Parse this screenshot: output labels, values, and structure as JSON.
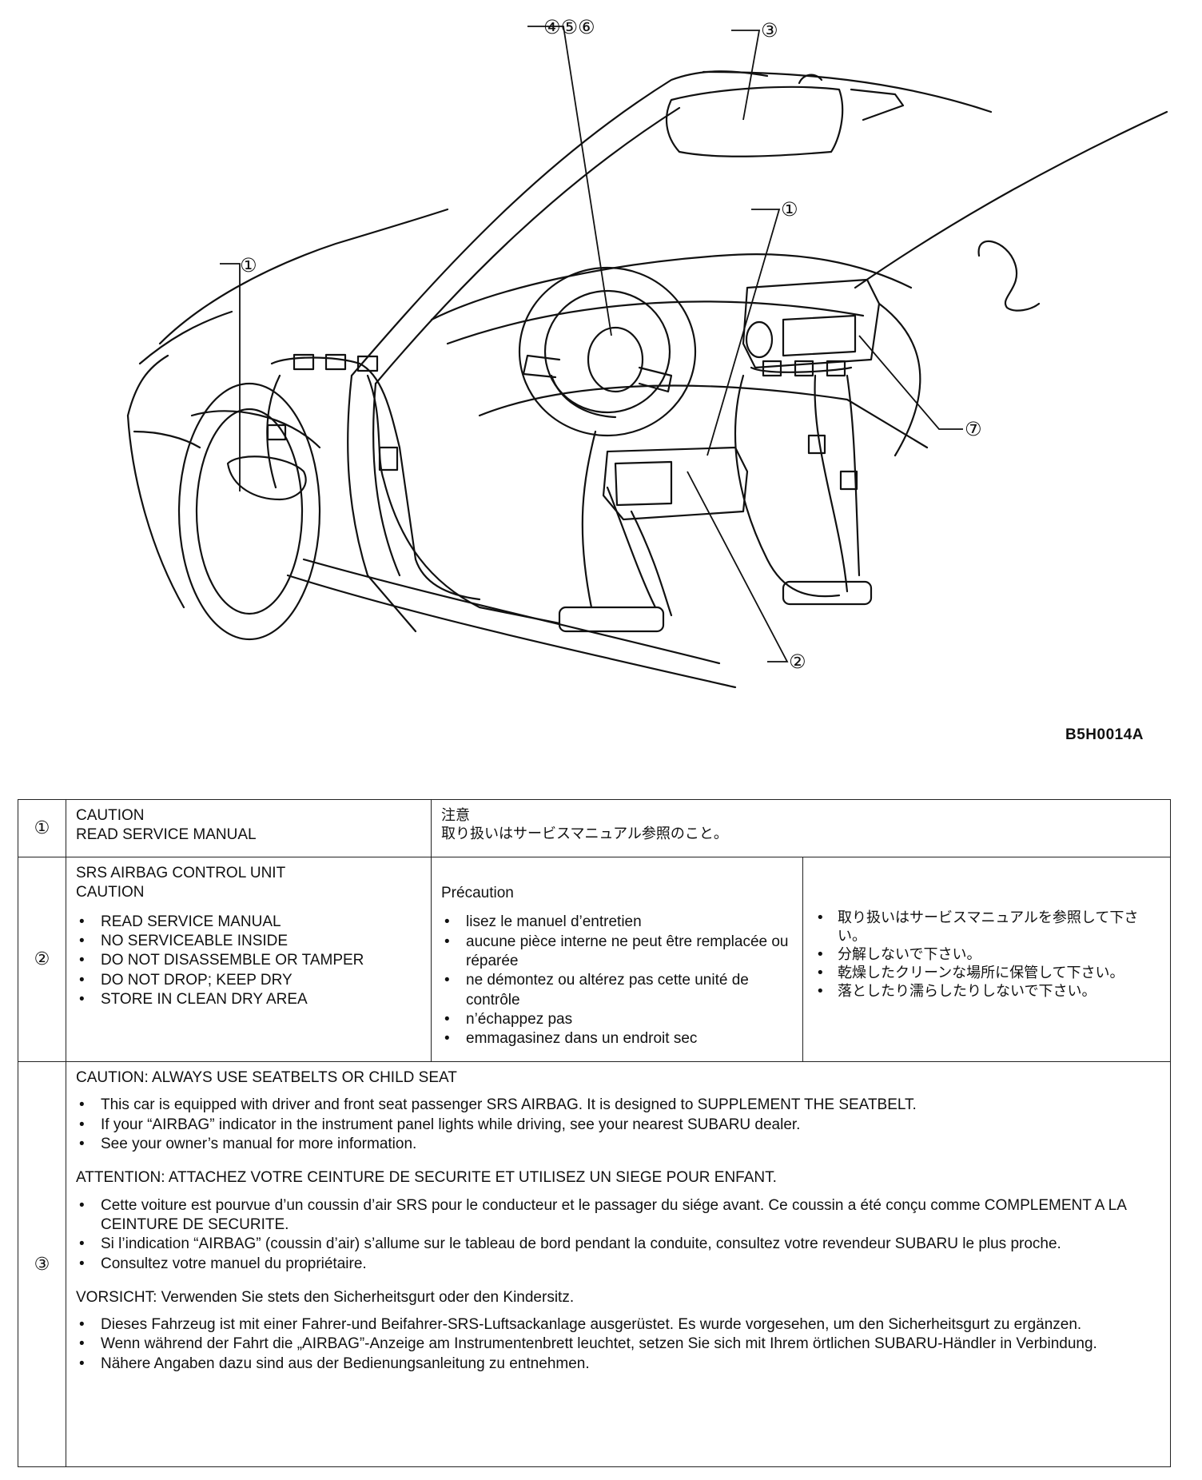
{
  "figure": {
    "figure_code": "B5H0014A",
    "callouts": {
      "steering": "④⑤⑥",
      "visor": "③",
      "door": "①",
      "center": "①",
      "control_unit": "②",
      "passenger_bag": "⑦"
    }
  },
  "table": {
    "row1": {
      "num": "①",
      "en_line1": "CAUTION",
      "en_line2": "READ SERVICE MANUAL",
      "jp_line1": "注意",
      "jp_line2": "取り扱いはサービスマニュアル参照のこと。"
    },
    "row2": {
      "num": "②",
      "en_title1": "SRS AIRBAG CONTROL UNIT",
      "en_title2": "CAUTION",
      "en_items": [
        "READ SERVICE MANUAL",
        "NO SERVICEABLE INSIDE",
        "DO NOT DISASSEMBLE OR TAMPER",
        "DO NOT DROP; KEEP DRY",
        "STORE IN CLEAN DRY AREA"
      ],
      "fr_title": "Précaution",
      "fr_items": [
        "lisez le manuel d’entretien",
        "aucune pièce interne ne peut être remplacée ou réparée",
        "ne démontez ou altérez pas cette unité de contrôle",
        "n’échappez pas",
        "emmagasinez dans un endroit sec"
      ],
      "jp_items": [
        "取り扱いはサービスマニュアルを参照して下さい。",
        "分解しないで下さい。",
        "乾燥したクリーンな場所に保管して下さい。",
        "落としたり濡らしたりしないで下さい。"
      ]
    },
    "row3": {
      "num": "③",
      "en_head": "CAUTION: ALWAYS USE SEATBELTS OR CHILD SEAT",
      "en_items": [
        "This car is equipped with driver and front seat passenger SRS AIRBAG. It is designed to SUPPLEMENT THE SEATBELT.",
        "If your “AIRBAG” indicator in the instrument panel lights while driving, see your nearest SUBARU dealer.",
        "See your owner’s manual for more information."
      ],
      "fr_head": "ATTENTION: ATTACHEZ VOTRE CEINTURE DE SECURITE ET UTILISEZ UN SIEGE POUR ENFANT.",
      "fr_items": [
        "Cette voiture est pourvue d’un coussin d’air SRS pour le conducteur et le passager du siége avant. Ce coussin a été conçu comme COMPLEMENT A LA CEINTURE DE SECURITE.",
        "Si l’indication “AIRBAG” (coussin d’air) s’allume sur le tableau de bord pendant la conduite, consultez votre revendeur SUBARU le plus proche.",
        "Consultez votre manuel du propriétaire."
      ],
      "de_head": "VORSICHT: Verwenden Sie stets den Sicherheitsgurt oder den Kindersitz.",
      "de_items": [
        "Dieses Fahrzeug ist mit einer Fahrer-und Beifahrer-SRS-Luftsackanlage ausgerüstet. Es wurde vorgesehen, um den Sicherheitsgurt zu ergänzen.",
        "Wenn während der Fahrt die „AIRBAG”-Anzeige am Instrumentenbrett leuchtet, setzen Sie sich mit Ihrem örtlichen SUBARU-Händler in Verbindung.",
        "Nähere Angaben dazu sind aus der Bedienungsanleitung zu entnehmen."
      ]
    }
  }
}
